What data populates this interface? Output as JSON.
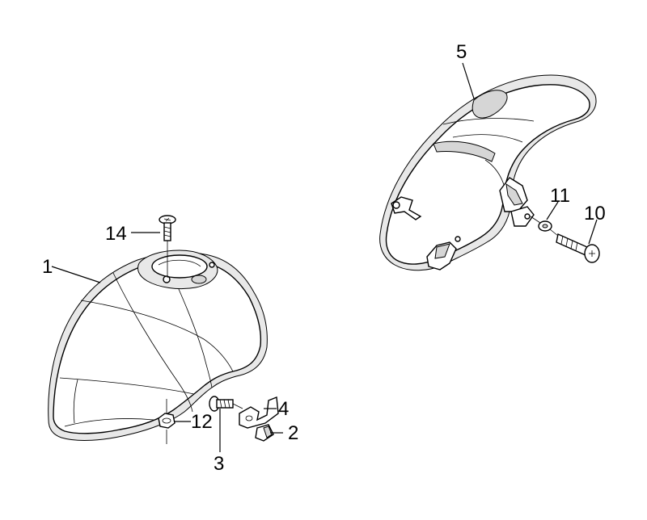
{
  "callouts": {
    "front_fender": "1",
    "nut_clip": "2",
    "screw_3": "3",
    "bracket_4": "4",
    "rear_fender": "5",
    "screw_10": "10",
    "washer_11": "11",
    "nut_12": "12",
    "screw_14": "14"
  }
}
